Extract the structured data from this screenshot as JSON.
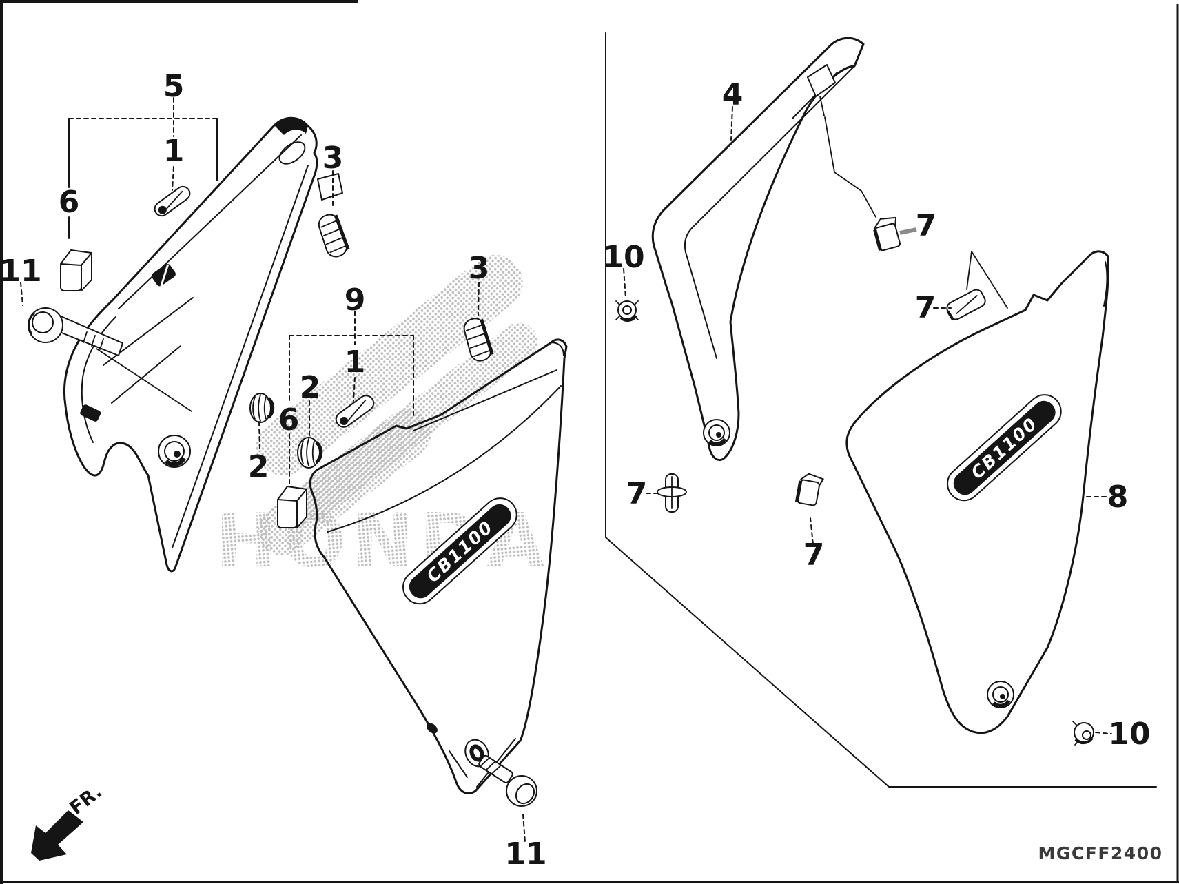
{
  "page": {
    "background": "#ffffff",
    "ink_color": "#151515",
    "watermark_color": "#8a8a8a"
  },
  "diagram": {
    "part_code": "MGCFF2400",
    "direction_label": "FR.",
    "watermark_brand": "HONDA",
    "emblem_text": "CB1100",
    "callouts": [
      {
        "ref": "5-left-bracket",
        "label": "5"
      },
      {
        "ref": "1-left",
        "label": "1"
      },
      {
        "ref": "6-left",
        "label": "6"
      },
      {
        "ref": "11-left-screw",
        "label": "11"
      },
      {
        "ref": "3-left-clip",
        "label": "3"
      },
      {
        "ref": "9-middle-bracket",
        "label": "9"
      },
      {
        "ref": "1-middle",
        "label": "1"
      },
      {
        "ref": "2-middle-upper",
        "label": "2"
      },
      {
        "ref": "6-middle",
        "label": "6"
      },
      {
        "ref": "2-middle-lower",
        "label": "2"
      },
      {
        "ref": "3-middle-clip",
        "label": "3"
      },
      {
        "ref": "11-middle-screw",
        "label": "11"
      },
      {
        "ref": "4-inner-cover",
        "label": "4"
      },
      {
        "ref": "10-left-washer",
        "label": "10"
      },
      {
        "ref": "7-clip-a",
        "label": "7"
      },
      {
        "ref": "7-clip-b",
        "label": "7"
      },
      {
        "ref": "7-pin-c",
        "label": "7"
      },
      {
        "ref": "7-clip-d",
        "label": "7"
      },
      {
        "ref": "8-right-cover",
        "label": "8"
      },
      {
        "ref": "10-right-screw",
        "label": "10"
      }
    ]
  }
}
